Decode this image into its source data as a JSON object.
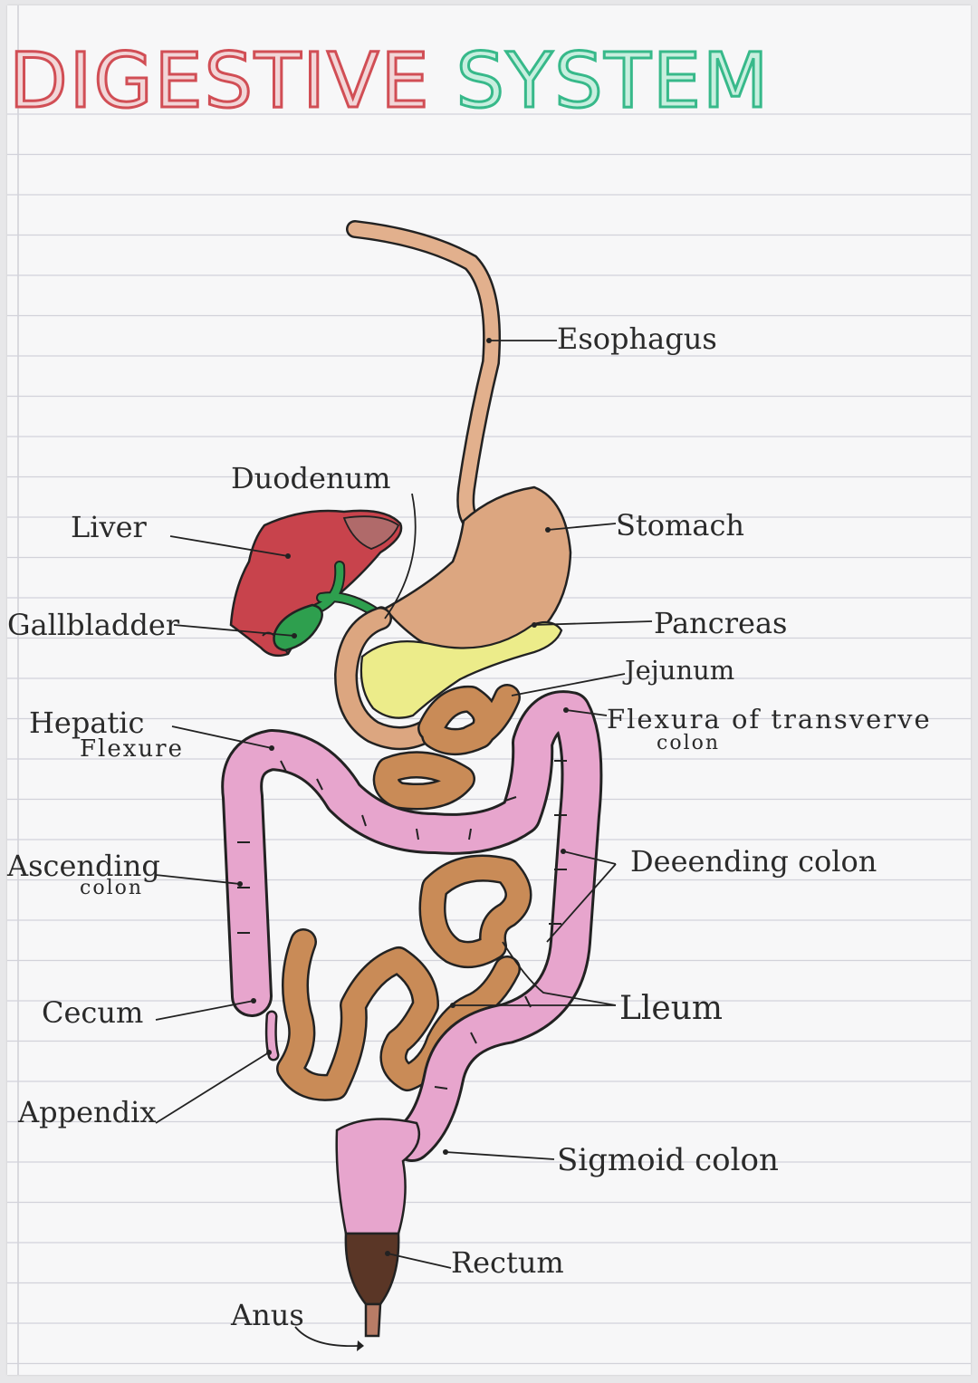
{
  "title": {
    "word1": "DIGESTIVE",
    "word2": "SYSTEM"
  },
  "colors": {
    "title_word1": "#d14e55",
    "title_word2": "#37b98a",
    "esophagus": "#e2b08d",
    "stomach": "#dca680",
    "liver": "#c8434c",
    "gallbladder": "#2e9f4e",
    "pancreas": "#ecec8a",
    "small_intestine": "#c98b57",
    "large_intestine": "#e7a5cd",
    "rectum": "#5a3626"
  },
  "labels": {
    "esophagus": "Esophagus",
    "duodenum": "Duodenum",
    "liver": "Liver",
    "stomach": "Stomach",
    "gallbladder": "Gallbladder",
    "pancreas": "Pancreas",
    "jejunum": "Jejunum",
    "hepatic_flexure_line1": "Hepatic",
    "hepatic_flexure_line2": "Flexure",
    "flexura_line1": "Flexura of transverve",
    "flexura_line2": "colon",
    "ascending_line1": "Ascending",
    "ascending_line2": "colon",
    "descending": "Deeending colon",
    "cecum": "Cecum",
    "ileum": "Lleum",
    "appendix": "Appendix",
    "sigmoid": "Sigmoid colon",
    "rectum": "Rectum",
    "anus": "Anus"
  }
}
